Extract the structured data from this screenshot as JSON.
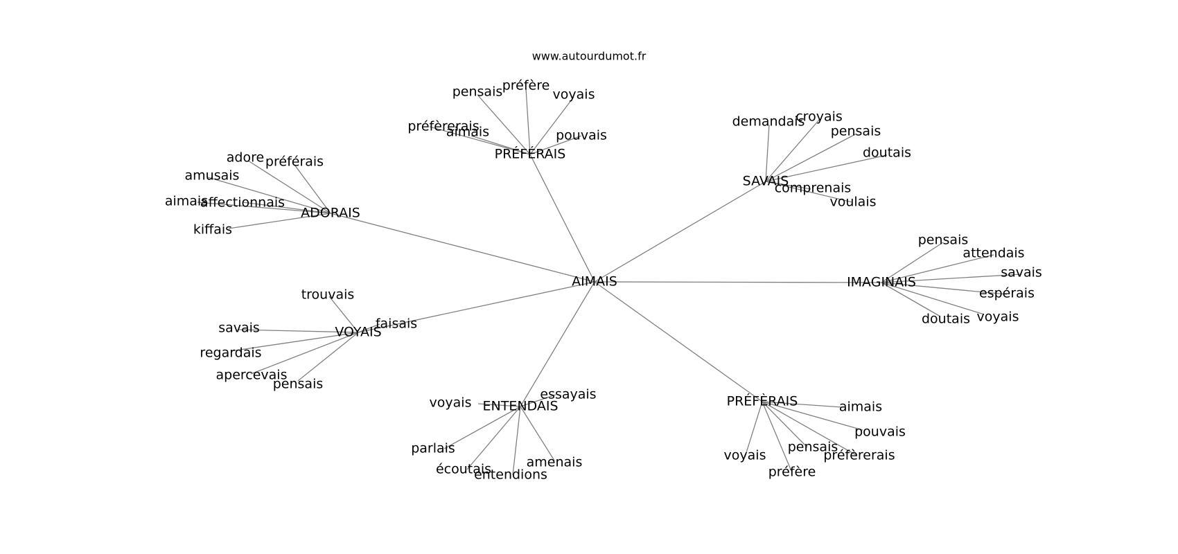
{
  "watermark": "www.autourdumot.fr",
  "center": "AIMAIS",
  "clusters": [
    {
      "hub": "PRÉFÉRAIS",
      "leaves": [
        "pensais",
        "préfère",
        "voyais",
        "préfèrerais",
        "aimais",
        "pouvais"
      ]
    },
    {
      "hub": "ADORAIS",
      "leaves": [
        "adore",
        "préférais",
        "amusais",
        "aimais",
        "affectionnais",
        "kiffais"
      ]
    },
    {
      "hub": "SAVAIS",
      "leaves": [
        "demandais",
        "croyais",
        "pensais",
        "doutais",
        "comprenais",
        "voulais"
      ]
    },
    {
      "hub": "IMAGINAIS",
      "leaves": [
        "pensais",
        "attendais",
        "savais",
        "espérais",
        "doutais",
        "voyais"
      ]
    },
    {
      "hub": "VOYAIS",
      "leaves": [
        "trouvais",
        "faisais",
        "savais",
        "regardais",
        "apercevais",
        "pensais"
      ]
    },
    {
      "hub": "ENTENDAIS",
      "leaves": [
        "essayais",
        "voyais",
        "parlais",
        "écoutais",
        "entendions",
        "amenais"
      ]
    },
    {
      "hub": "PRÉFÈRAIS",
      "leaves": [
        "aimais",
        "pouvais",
        "pensais",
        "préfèrerais",
        "voyais",
        "préfère"
      ]
    }
  ]
}
